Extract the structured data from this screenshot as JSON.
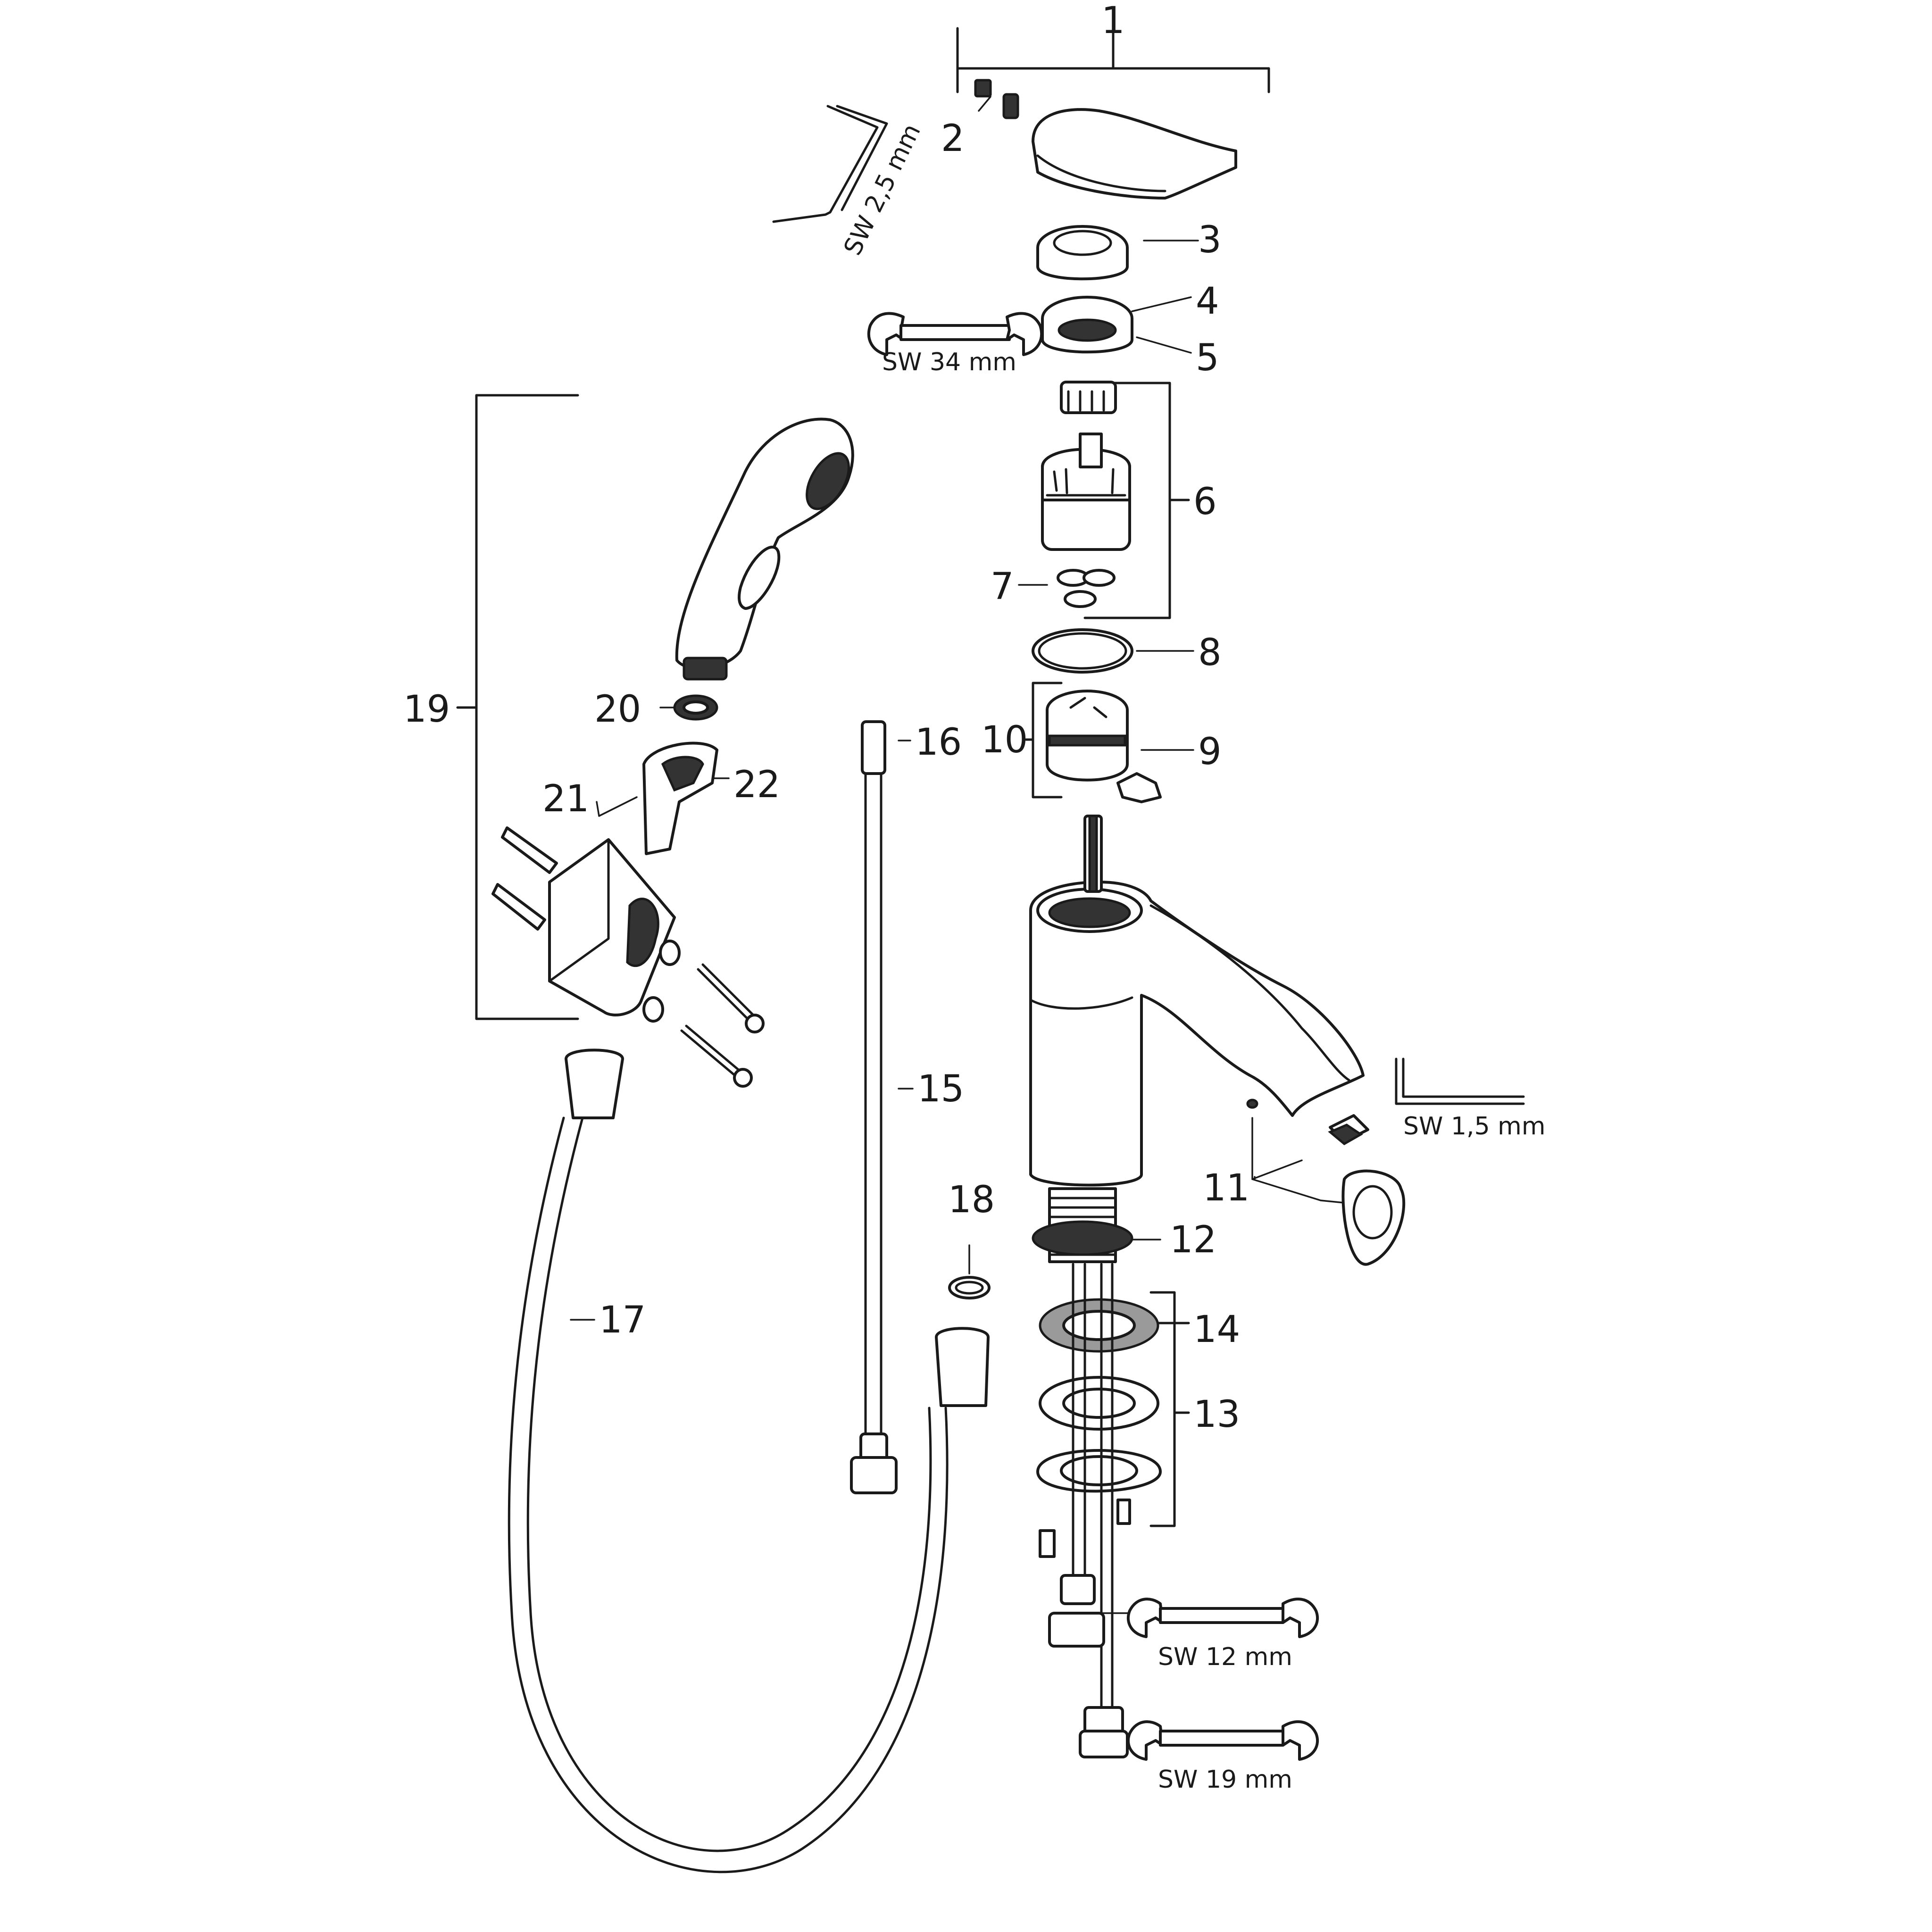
{
  "callouts": [
    {
      "key": "c1",
      "text": "1"
    },
    {
      "key": "c2",
      "text": "2"
    },
    {
      "key": "c3",
      "text": "3"
    },
    {
      "key": "c4",
      "text": "4"
    },
    {
      "key": "c5",
      "text": "5"
    },
    {
      "key": "c6",
      "text": "6"
    },
    {
      "key": "c7",
      "text": "7"
    },
    {
      "key": "c8",
      "text": "8"
    },
    {
      "key": "c9",
      "text": "9"
    },
    {
      "key": "c10",
      "text": "10"
    },
    {
      "key": "c11",
      "text": "11"
    },
    {
      "key": "c12",
      "text": "12"
    },
    {
      "key": "c13",
      "text": "13"
    },
    {
      "key": "c14",
      "text": "14"
    },
    {
      "key": "c15",
      "text": "15"
    },
    {
      "key": "c16",
      "text": "16"
    },
    {
      "key": "c17",
      "text": "17"
    },
    {
      "key": "c18",
      "text": "18"
    },
    {
      "key": "c19",
      "text": "19"
    },
    {
      "key": "c20",
      "text": "20"
    },
    {
      "key": "c21",
      "text": "21"
    },
    {
      "key": "c22",
      "text": "22"
    }
  ],
  "tools": {
    "hex_key_small": "SW 2,5 mm",
    "wrench_large": "SW 34 mm",
    "hex_key_tiny": "SW 1,5 mm",
    "wrench_12": "SW 12 mm",
    "wrench_19": "SW 19 mm"
  },
  "icons": {
    "hex_key": "hex-key-icon",
    "wrench": "wrench-icon"
  }
}
